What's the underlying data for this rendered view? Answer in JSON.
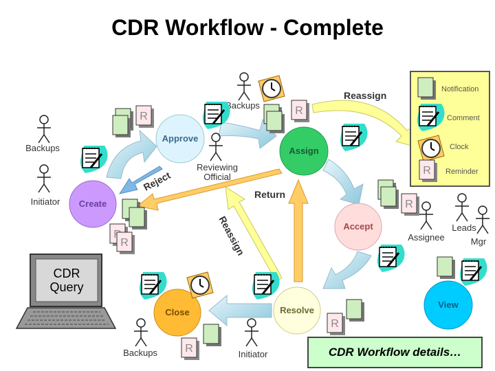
{
  "title": "CDR Workflow - Complete",
  "nodes": {
    "create": "Create",
    "approve": "Approve",
    "assign": "Assign",
    "accept": "Accept",
    "resolve": "Resolve",
    "close": "Close",
    "view": "View"
  },
  "arrows": {
    "reassign_top": "Reassign",
    "return": "Return",
    "reassign_diag": "Reassign",
    "reject": "Reject"
  },
  "people": {
    "backups_left": "Backups",
    "initiator_left": "Initiator",
    "backups_top": "Backups",
    "reviewing_official": "Reviewing Official",
    "reviewing_official_line1": "Reviewing",
    "reviewing_official_line2": "Official",
    "assignee": "Assignee",
    "leads": "Leads",
    "mgr": "Mgr",
    "backups_bottom": "Backups",
    "initiator_bottom": "Initiator"
  },
  "legend": {
    "notification": "Notification",
    "comment": "Comment",
    "clock": "Clock",
    "reminder": "Reminder"
  },
  "reminder_letter": "R",
  "cdr_query": {
    "line1": "CDR",
    "line2": "Query"
  },
  "details_button": "CDR Workflow details…",
  "colors": {
    "create": "#cc99ff",
    "approve": "#ddf4ff",
    "assign": "#33cc66",
    "accept": "#ffdddd",
    "resolve": "#ffffdd",
    "close": "#ffbb33",
    "view": "#00ccff",
    "arrow_blue": "#aad8e6",
    "arrow_yellow": "#ffff99",
    "arrow_orange": "#ffcc66",
    "legend_bg": "#ffff99",
    "details_bg": "#ccffcc"
  }
}
